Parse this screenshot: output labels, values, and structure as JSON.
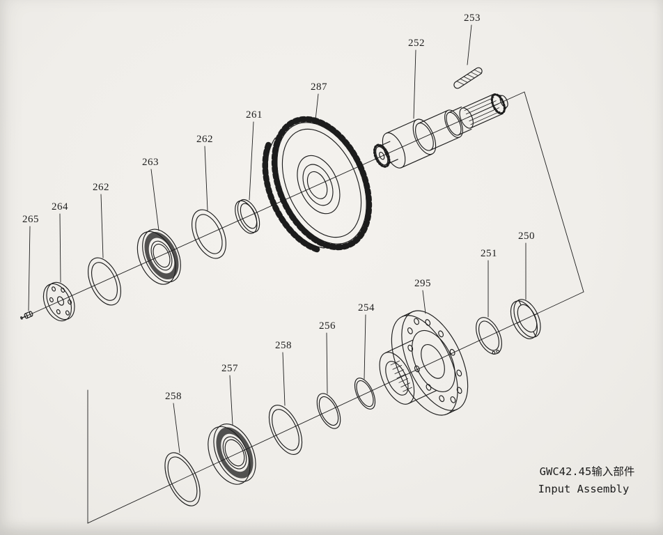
{
  "colors": {
    "paper": "#f0eeea",
    "ink": "#1c1c1c"
  },
  "caption": {
    "line1": "GWC42.45输入部件",
    "line2": "Input Assembly"
  },
  "callouts": [
    {
      "num": "253"
    },
    {
      "num": "252"
    },
    {
      "num": "287"
    },
    {
      "num": "261"
    },
    {
      "num": "262"
    },
    {
      "num": "263"
    },
    {
      "num": "262"
    },
    {
      "num": "264"
    },
    {
      "num": "265"
    },
    {
      "num": "250"
    },
    {
      "num": "251"
    },
    {
      "num": "295"
    },
    {
      "num": "254"
    },
    {
      "num": "256"
    },
    {
      "num": "258"
    },
    {
      "num": "257"
    },
    {
      "num": "258"
    }
  ]
}
